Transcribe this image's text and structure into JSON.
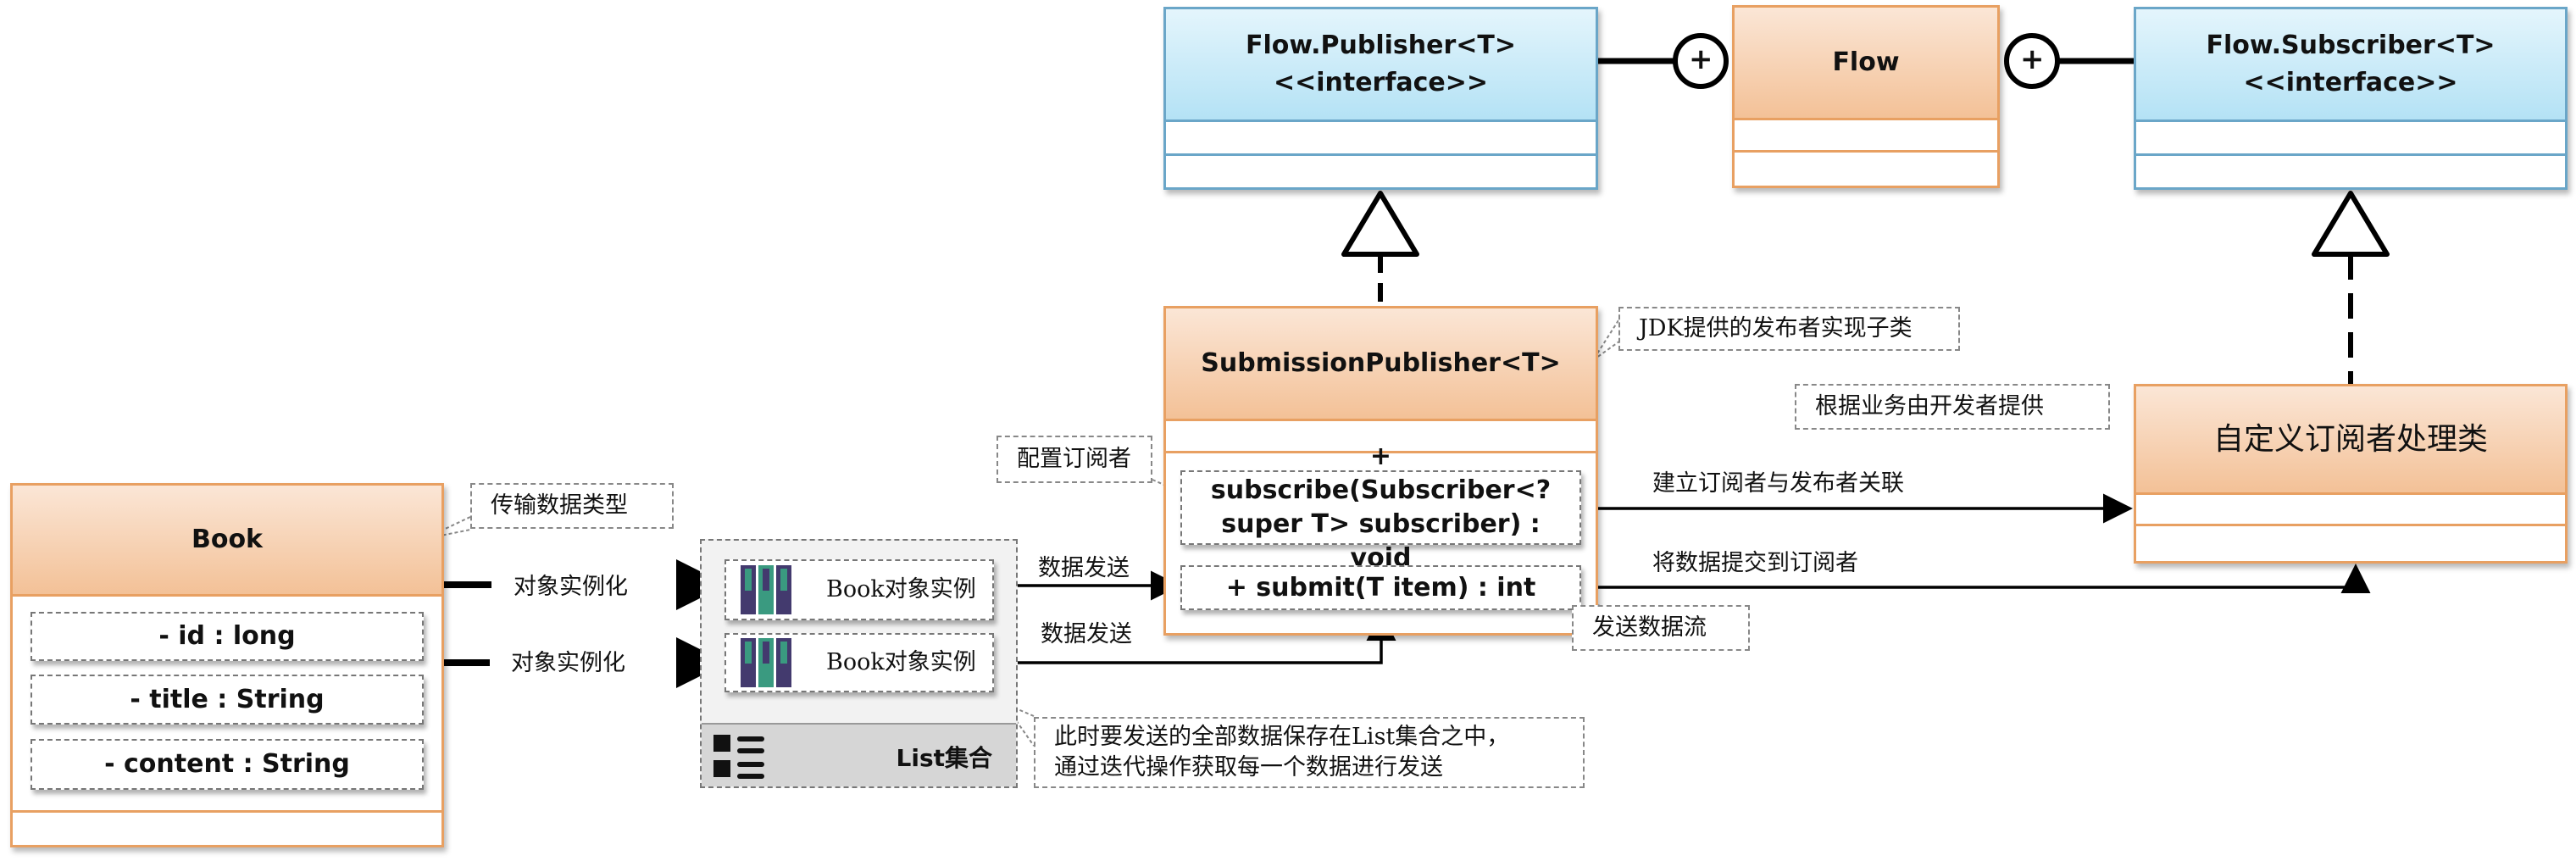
{
  "classes": {
    "publisher": {
      "name": "Flow.Publisher<T>",
      "stereotype": "<<interface>>"
    },
    "flow": {
      "name": "Flow"
    },
    "subscriber": {
      "name": "Flow.Subscriber<T>",
      "stereotype": "<<interface>>"
    },
    "submission_publisher": {
      "name": "SubmissionPublisher<T>",
      "methods": [
        "+ subscribe(Subscriber<? super T> subscriber) : void",
        "+ submit(T item) : int"
      ]
    },
    "custom_subscriber": {
      "name": "自定义订阅者处理类"
    },
    "book": {
      "name": "Book",
      "attributes": [
        "- id : long",
        "- title : String",
        "- content : String"
      ]
    }
  },
  "list_container": {
    "label": "List集合",
    "items": [
      "Book对象实例",
      "Book对象实例"
    ]
  },
  "notes": {
    "jdk_impl": "JDK提供的发布者实现子类",
    "developer_provided": "根据业务由开发者提供",
    "config_subscriber": "配置订阅者",
    "send_stream": "发送数据流",
    "transfer_type": "传输数据类型",
    "list_note_line1": "此时要发送的全部数据保存在List集合之中，",
    "list_note_line2": "通过迭代操作获取每一个数据进行发送"
  },
  "edge_labels": {
    "instantiate_1": "对象实例化",
    "instantiate_2": "对象实例化",
    "send_data_1": "数据发送",
    "send_data_2": "数据发送",
    "link_subscriber": "建立订阅者与发布者关联",
    "submit_to_subscriber": "将数据提交到订阅者"
  },
  "symbols": {
    "nesting": "+"
  },
  "colors": {
    "interface_fill": "#b4e2f5",
    "class_fill": "#f3c197",
    "interface_border": "#6aa6c8",
    "class_border": "#e8a062",
    "book_icon_dark": "#433a6e",
    "book_icon_green": "#3a9a80"
  }
}
